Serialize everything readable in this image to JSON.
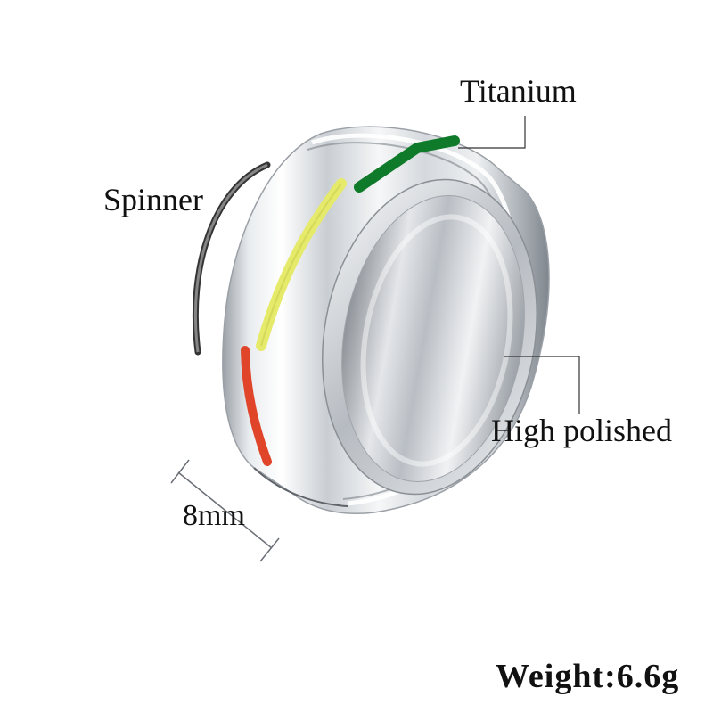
{
  "labels": {
    "material": "Titanium",
    "type": "Spinner",
    "finish": "High polished",
    "width": "8mm",
    "weight_label": "Weight:",
    "weight_value": "6.6g"
  },
  "colors": {
    "stripe_green": "#0f7a2a",
    "stripe_yellow": "#e6ea6a",
    "stripe_red": "#e0452a",
    "steel_light": "#f2f4f6",
    "steel_dark": "#6a6f76"
  }
}
